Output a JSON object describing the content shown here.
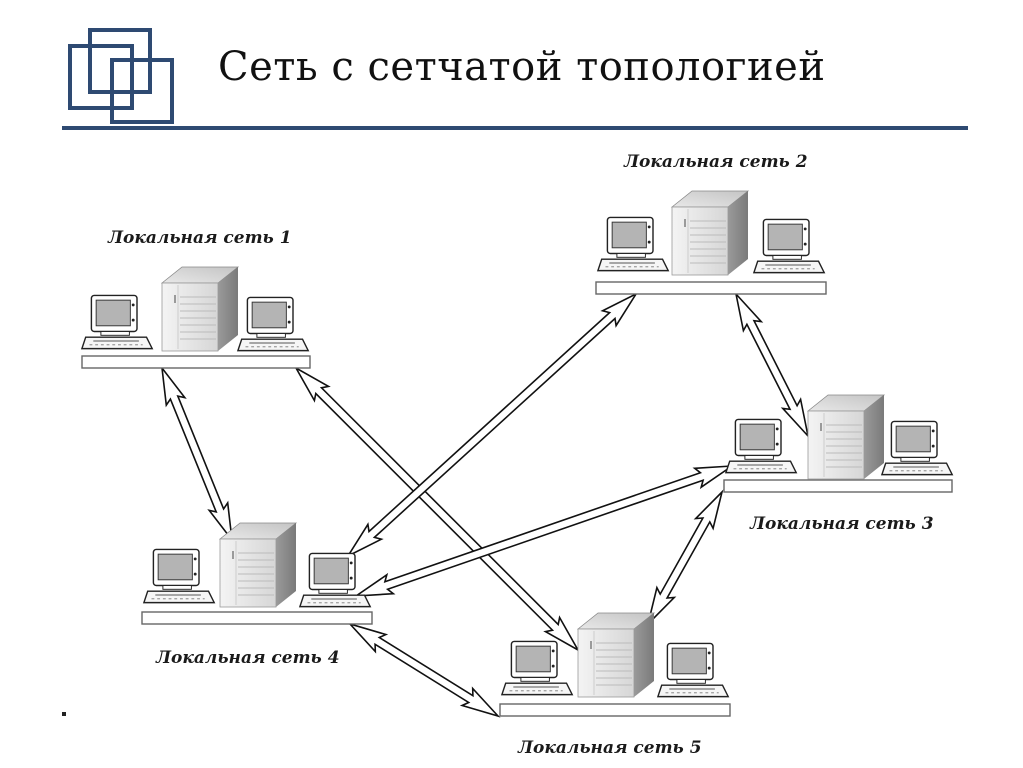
{
  "slide": {
    "title": "Сеть с сетчатой топологией",
    "accent_color": "#2e4a72",
    "logo_icon": "overlapping-squares-logo"
  },
  "networks": [
    {
      "id": 1,
      "label": "Локальная сеть 1",
      "devices": [
        "workstation",
        "server",
        "workstation"
      ]
    },
    {
      "id": 2,
      "label": "Локальная сеть 2",
      "devices": [
        "workstation",
        "server",
        "workstation"
      ]
    },
    {
      "id": 3,
      "label": "Локальная сеть 3",
      "devices": [
        "workstation",
        "server",
        "workstation"
      ]
    },
    {
      "id": 4,
      "label": "Локальная сеть 4",
      "devices": [
        "workstation",
        "server",
        "workstation"
      ]
    },
    {
      "id": 5,
      "label": "Локальная сеть 5",
      "devices": [
        "workstation",
        "server",
        "workstation"
      ]
    }
  ],
  "links": [
    {
      "from": 1,
      "to": 4,
      "type": "bidirectional"
    },
    {
      "from": 1,
      "to": 5,
      "type": "bidirectional"
    },
    {
      "from": 2,
      "to": 4,
      "type": "bidirectional"
    },
    {
      "from": 2,
      "to": 3,
      "type": "bidirectional"
    },
    {
      "from": 3,
      "to": 4,
      "type": "bidirectional"
    },
    {
      "from": 3,
      "to": 5,
      "type": "bidirectional"
    },
    {
      "from": 4,
      "to": 5,
      "type": "bidirectional"
    }
  ]
}
